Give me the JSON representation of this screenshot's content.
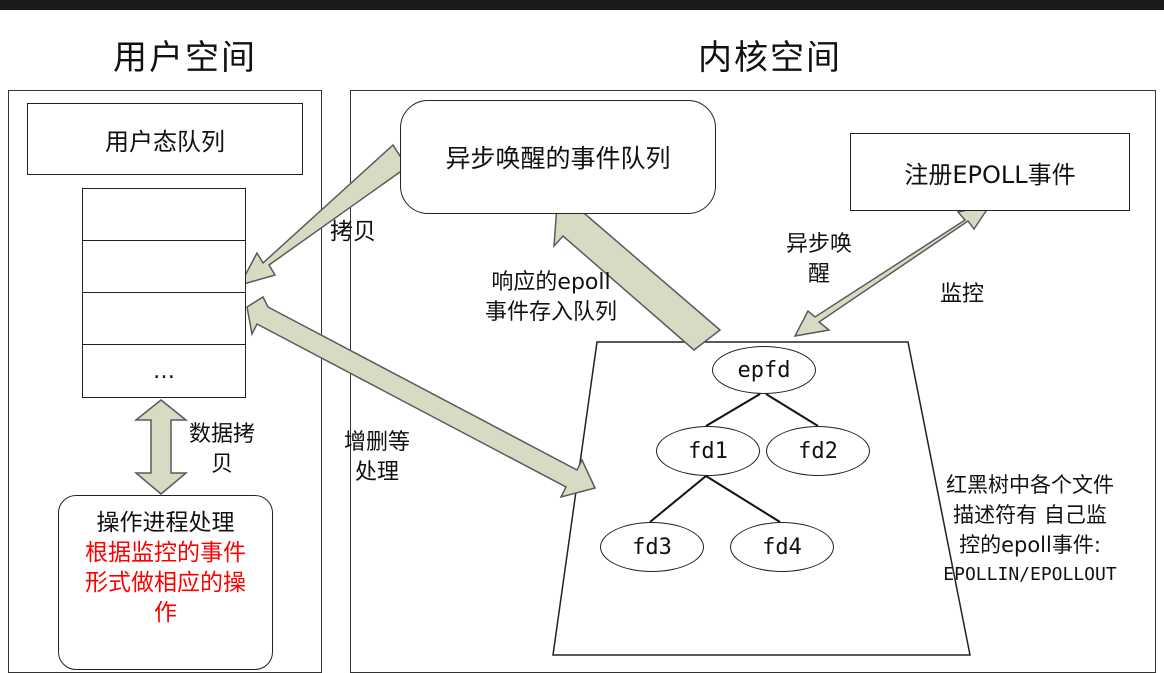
{
  "headings": {
    "user_space": "用户空间",
    "kernel_space": "内核空间"
  },
  "user_queue": {
    "title": "用户态队列",
    "cells": [
      "",
      "",
      "",
      "…"
    ]
  },
  "process_box": {
    "line1": "操作进程处理",
    "red_lines": [
      "根据监控的事件",
      "形式做相应的操",
      "作"
    ]
  },
  "async_event_queue": "异步唤醒的事件队列",
  "register_epoll": "注册EPOLL事件",
  "arrow_labels": {
    "copy": "拷贝",
    "data_copy": [
      "数据拷",
      "贝"
    ],
    "add_del": [
      "增删等",
      "处理"
    ],
    "response": [
      "响应的epoll",
      "事件存入队列"
    ],
    "async_wake": [
      "异步唤",
      "醒"
    ],
    "monitor": "监控"
  },
  "tree": {
    "root": "epfd",
    "nodes": [
      "fd1",
      "fd2",
      "fd3",
      "fd4"
    ]
  },
  "rb_note": [
    "红黑树中各个文件",
    "描述符有 自己监",
    "控的epoll事件:",
    "EPOLLIN/EPOLLOUT"
  ],
  "colors": {
    "arrow_fill": "#d6dcc4",
    "arrow_stroke": "#5a5a5a",
    "highlight": "#ff0000"
  }
}
